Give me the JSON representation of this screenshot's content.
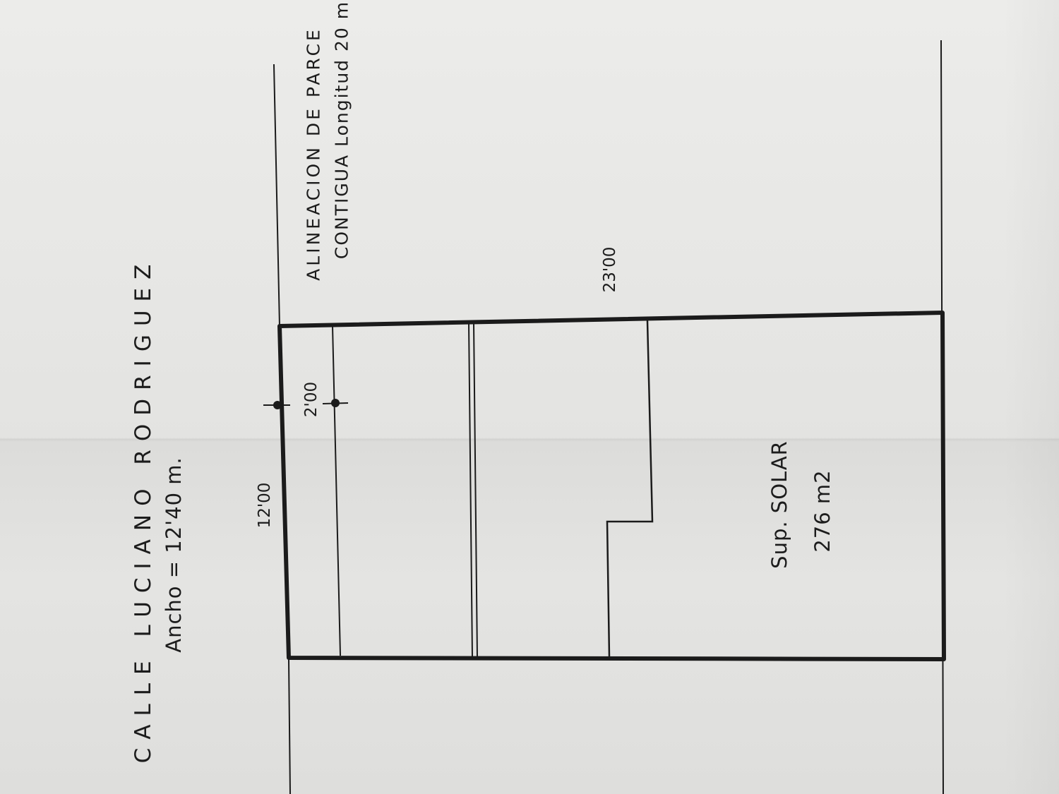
{
  "street": {
    "name": "CALLE LUCIANO RODRIGUEZ",
    "width_label": "Ancho = 12'40 m."
  },
  "dimensions": {
    "front": "12'00",
    "setback": "2'00",
    "depth": "23'00"
  },
  "adjacent_parcel": {
    "line1": "ALINEACION DE PARCE",
    "line2": "CONTIGUA Longitud 20 m"
  },
  "plot": {
    "label": "Sup. SOLAR",
    "area": "276 m2"
  }
}
